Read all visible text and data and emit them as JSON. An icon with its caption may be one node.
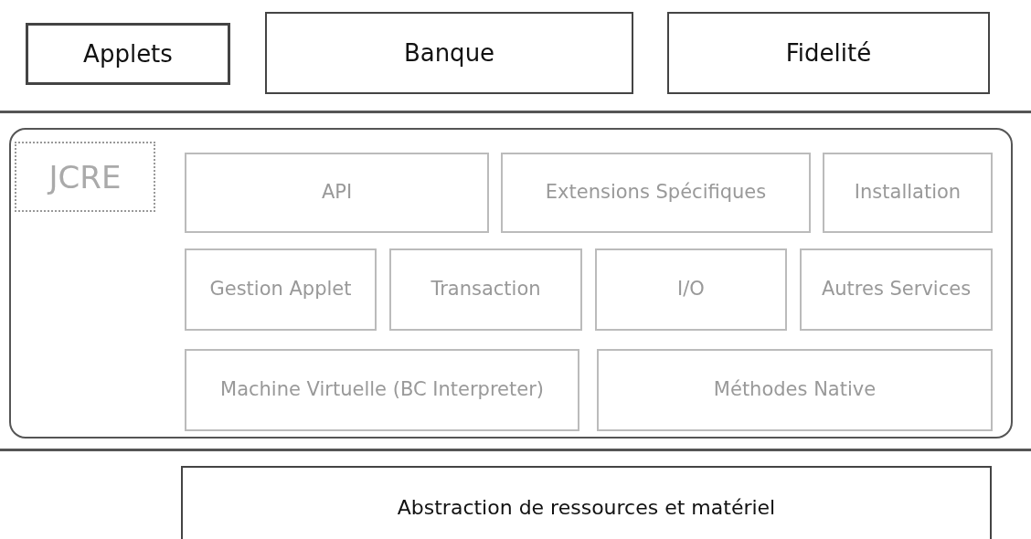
{
  "diagram": {
    "nodes": [
      {
        "text": [
          "Applets"
        ]
      },
      {
        "text": [
          "Banque"
        ]
      },
      {
        "text": [
          "Fidelité"
        ]
      },
      {
        "text": [
          "JCRE"
        ]
      },
      {
        "text": [
          "API"
        ],
        "in": 3
      },
      {
        "text": [
          "Extensions Spécifiques"
        ],
        "in": 3
      },
      {
        "text": [
          "Installation"
        ],
        "in": 3
      },
      {
        "text": [
          "Gestion Applet"
        ],
        "in": 3
      },
      {
        "text": [
          "Transaction"
        ],
        "in": 3
      },
      {
        "text": [
          "I/O"
        ],
        "in": 3
      },
      {
        "text": [
          "Autres Services"
        ],
        "in": 3
      },
      {
        "text": [
          "Machine Virtuelle (BC Interpreter)"
        ],
        "in": 3
      },
      {
        "text": [
          "Méthodes Native"
        ],
        "in": 3
      },
      {
        "text": [
          "Abstraction de ressources et matériel"
        ]
      }
    ],
    "edges": []
  }
}
